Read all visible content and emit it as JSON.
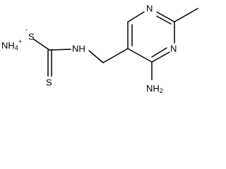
{
  "molecule": {
    "counter_ion": {
      "label": "NH",
      "subscript": "4",
      "charge": "+"
    },
    "thiolate": {
      "charge": "-",
      "label": "S"
    },
    "thione": {
      "label": "S"
    },
    "amide_nh": {
      "label": "NH"
    },
    "ring_n_top": {
      "label": "N"
    },
    "ring_n_bottom": {
      "label": "N"
    },
    "amino": {
      "label": "NH",
      "subscript": "2"
    }
  }
}
